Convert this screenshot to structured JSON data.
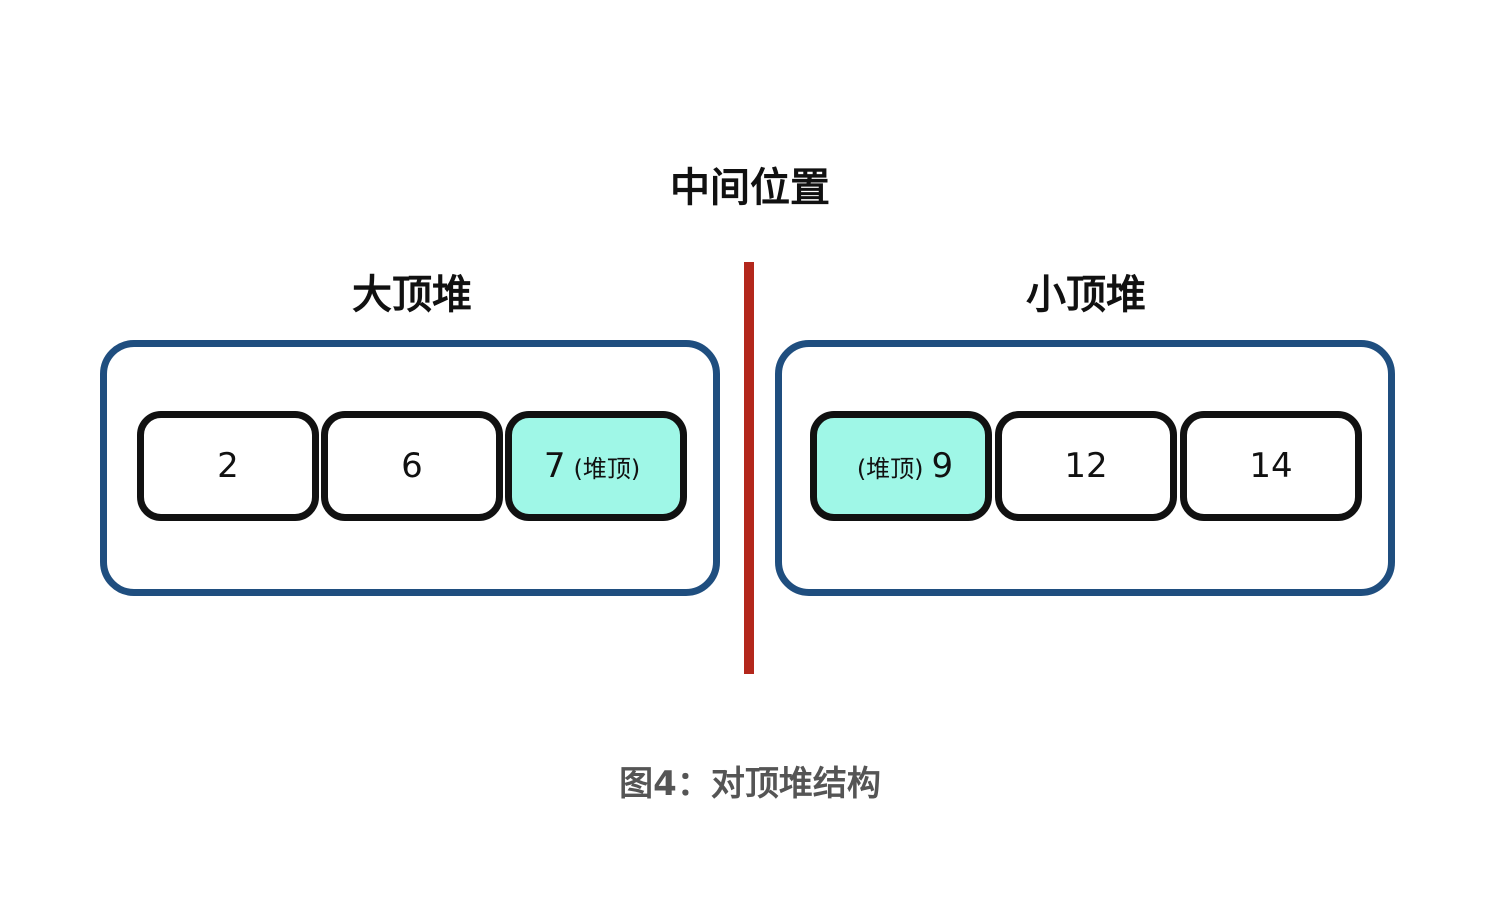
{
  "title": "中间位置",
  "left_heap": {
    "title": "大顶堆",
    "cells": [
      {
        "value": "2",
        "note": ""
      },
      {
        "value": "6",
        "note": ""
      },
      {
        "value": "7",
        "note": "(堆顶)"
      }
    ]
  },
  "right_heap": {
    "title": "小顶堆",
    "cells": [
      {
        "value": "9",
        "note": "(堆顶)"
      },
      {
        "value": "12",
        "note": ""
      },
      {
        "value": "14",
        "note": ""
      }
    ]
  },
  "caption": "图4：对顶堆结构",
  "colors": {
    "group_border": "#1f4e7f",
    "cell_border": "#111111",
    "heap_top_fill": "#9ff7e7",
    "divider": "#b3271c"
  }
}
